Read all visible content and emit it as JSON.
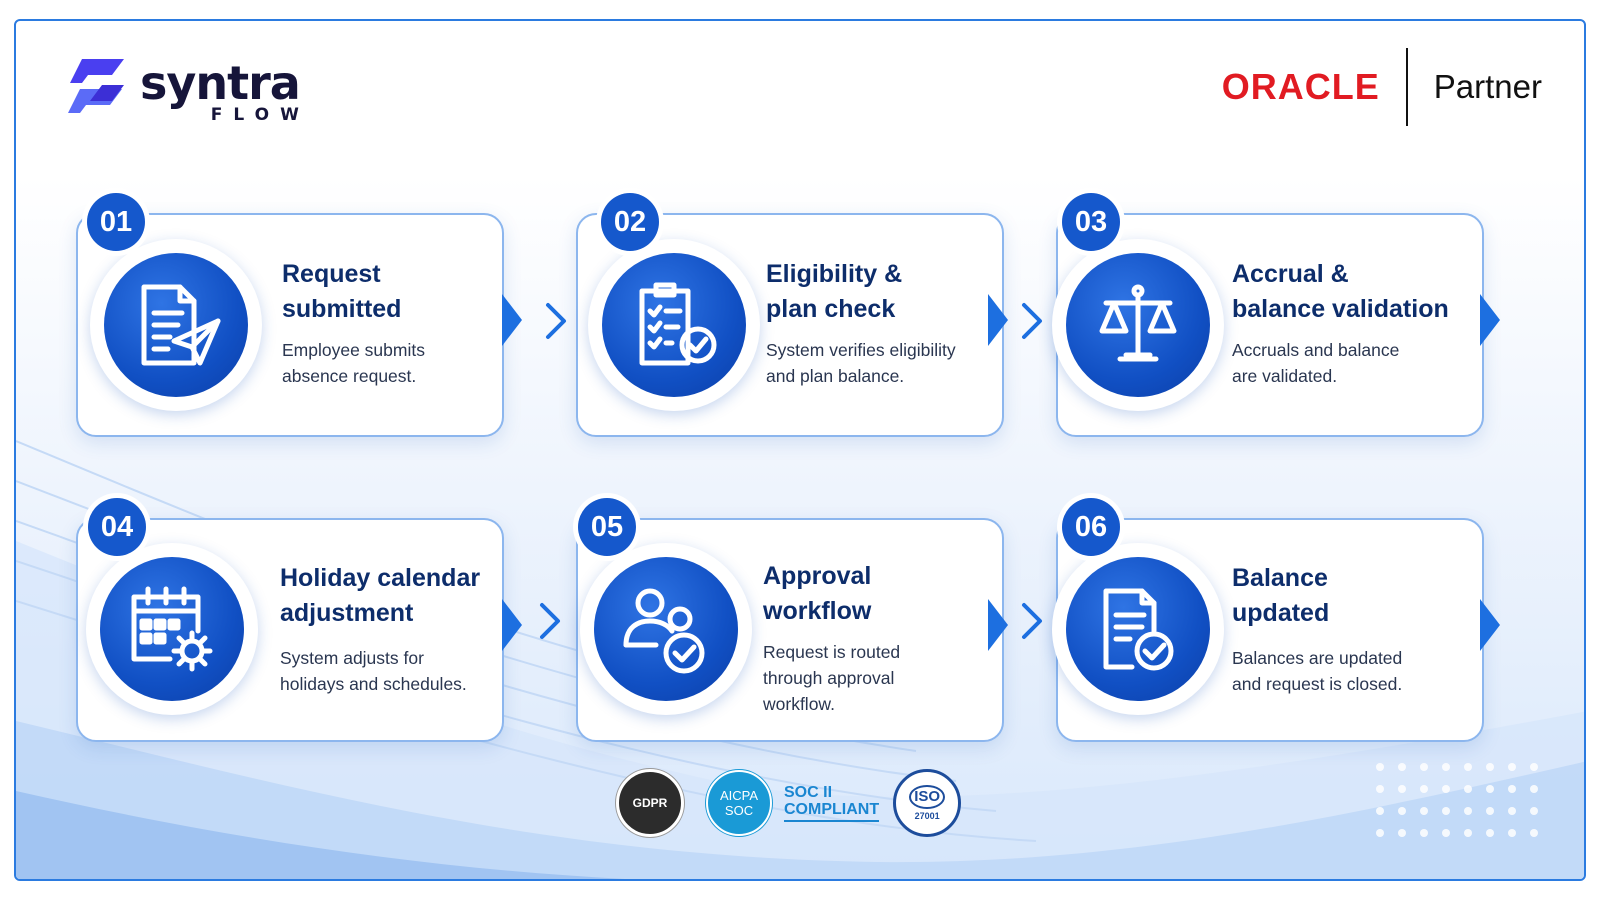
{
  "brand": {
    "word": "syntra",
    "sub": "FLOW"
  },
  "partner": {
    "oracle": "ORACLE",
    "label": "Partner"
  },
  "steps": [
    {
      "number": "01",
      "title": "Request\nsubmitted",
      "desc": "Employee submits\nabsence request.",
      "icon": "document-send-icon"
    },
    {
      "number": "02",
      "title": "Eligibility &\nplan check",
      "desc": "System verifies eligibility\nand plan balance.",
      "icon": "clipboard-check-icon"
    },
    {
      "number": "03",
      "title": "Accrual &\nbalance validation",
      "desc": "Accruals and balance\nare validated.",
      "icon": "balance-scale-icon"
    },
    {
      "number": "04",
      "title": "Holiday calendar\nadjustment",
      "desc": "System adjusts for\nholidays and schedules.",
      "icon": "calendar-gear-icon"
    },
    {
      "number": "05",
      "title": "Approval\nworkflow",
      "desc": "Request is routed\nthrough approval\nworkflow.",
      "icon": "users-check-icon"
    },
    {
      "number": "06",
      "title": "Balance\nupdated",
      "desc": "Balances are updated\nand request is closed.",
      "icon": "document-check-icon"
    }
  ],
  "badges": {
    "gdpr": "GDPR",
    "aicpa_top": "AICPA",
    "aicpa_bottom": "SOC",
    "soc": "SOC II\nCOMPLIANT",
    "iso": "ISO",
    "iso_num": "27001"
  },
  "colors": {
    "primary": "#1558cc",
    "accent": "#1d6fe0",
    "title": "#0d2d6b",
    "oracle_red": "#e11b22"
  }
}
